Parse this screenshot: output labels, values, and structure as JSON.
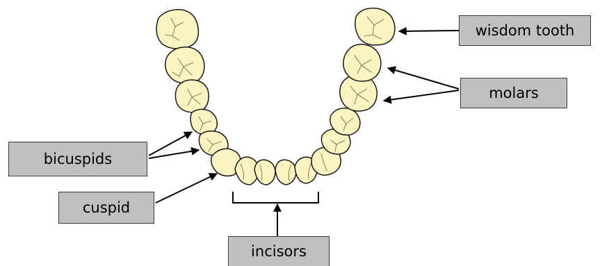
{
  "labels": {
    "wisdom_tooth": "wisdom tooth",
    "molars": "molars",
    "bicuspids": "bicuspids",
    "cuspid": "cuspid",
    "incisors": "incisors"
  },
  "colors": {
    "tooth_fill": "#fbf4c1",
    "tooth_outline": "#1a1a1a",
    "label_fill": "#c0c0c0",
    "arrow": "#000000"
  }
}
